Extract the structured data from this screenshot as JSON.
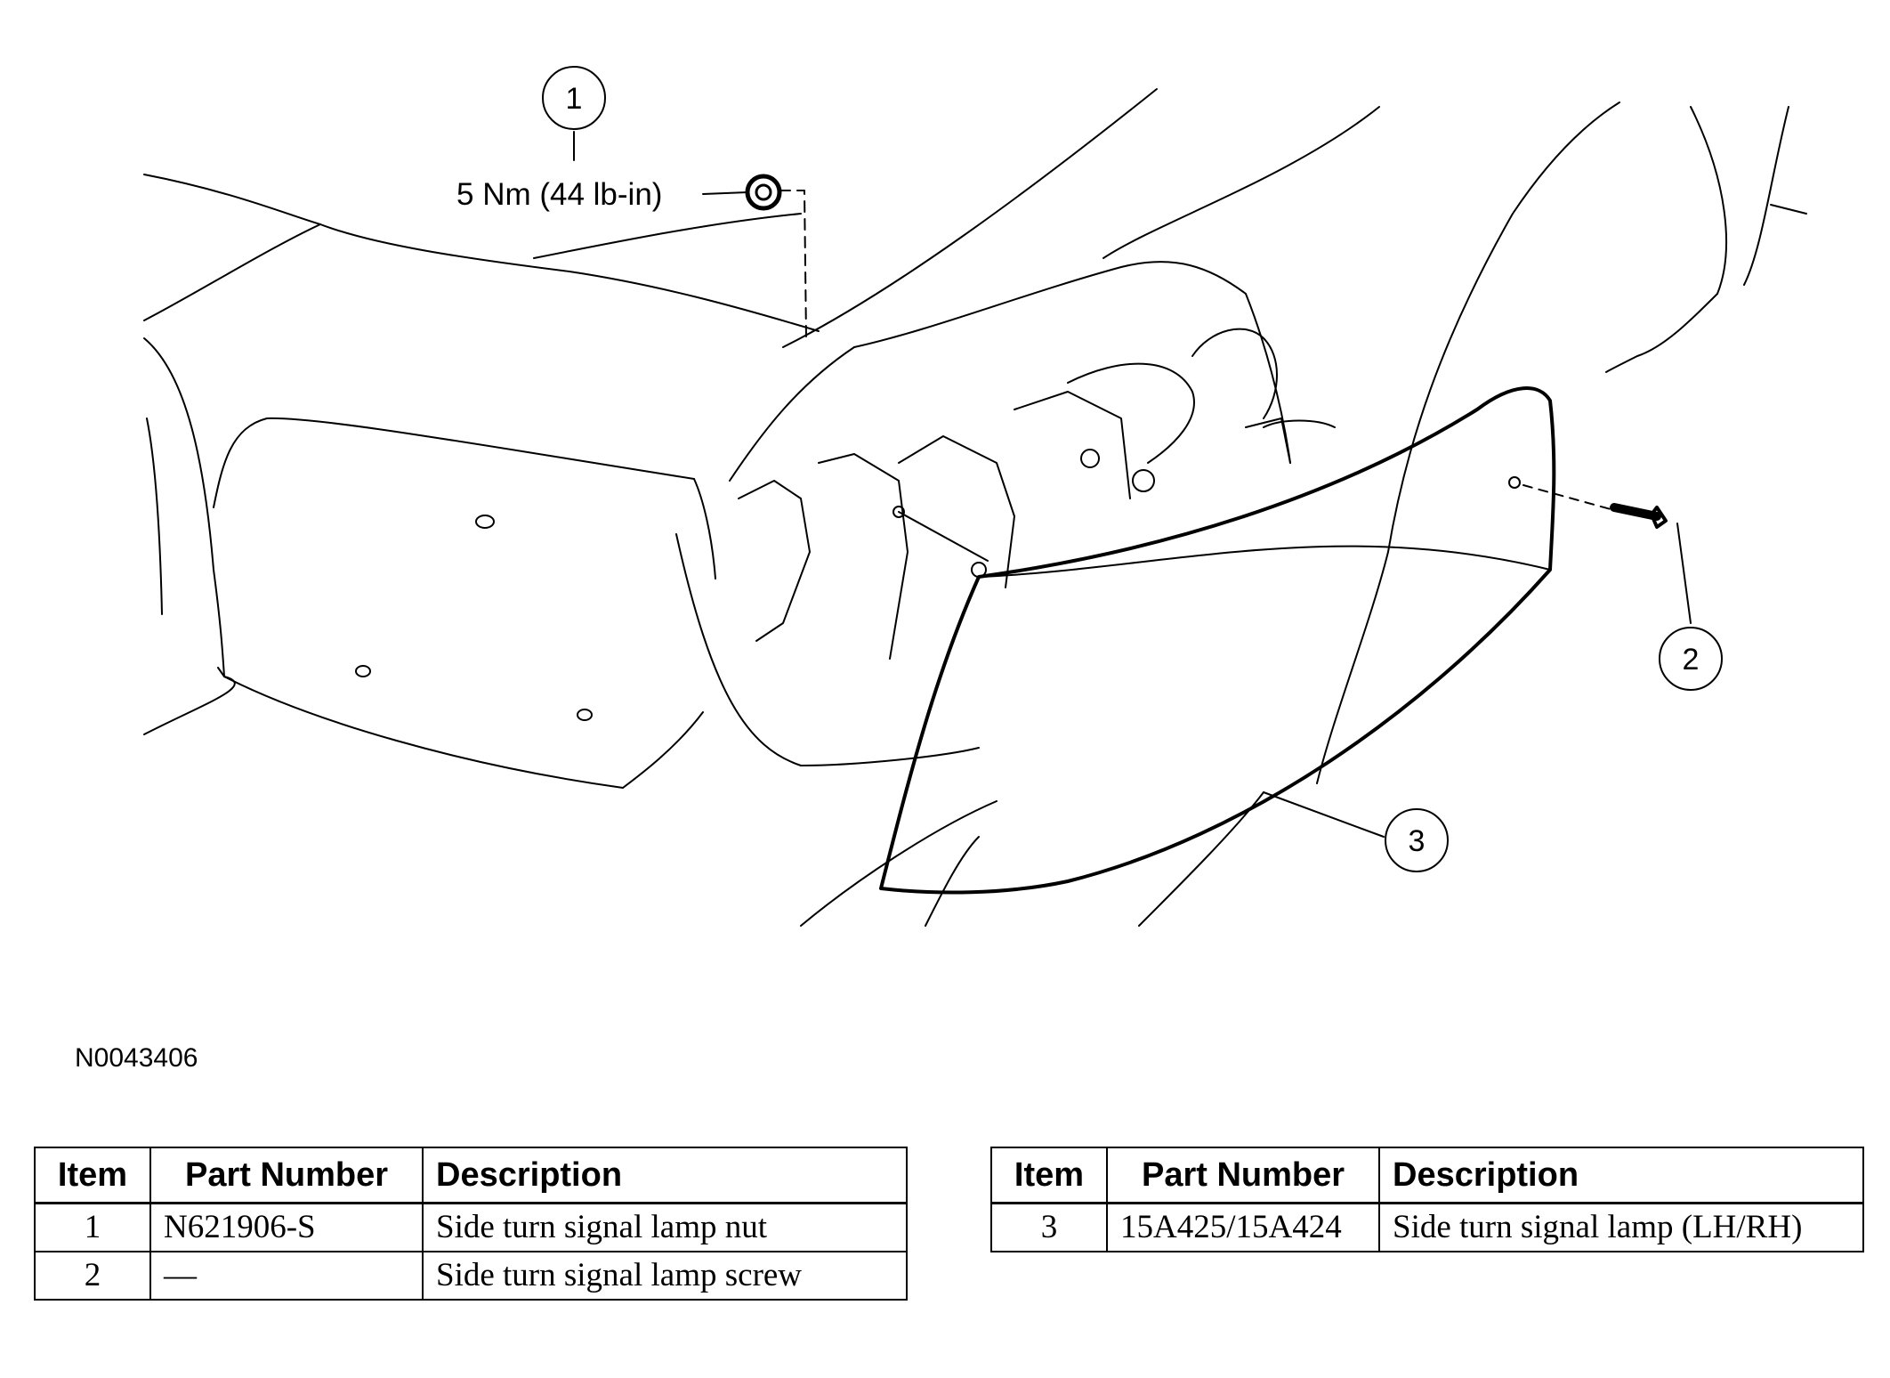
{
  "callouts": [
    "1",
    "2",
    "3"
  ],
  "torque_spec": "5 Nm (44 lb-in)",
  "figure_id": "N0043406",
  "tables": [
    {
      "headers": [
        "Item",
        "Part Number",
        "Description"
      ],
      "rows": [
        [
          "1",
          "N621906-S",
          "Side turn signal lamp nut"
        ],
        [
          "2",
          "—",
          "Side turn signal lamp screw"
        ]
      ]
    },
    {
      "headers": [
        "Item",
        "Part Number",
        "Description"
      ],
      "rows": [
        [
          "3",
          "15A425/15A424",
          "Side turn signal lamp (LH/RH)"
        ]
      ]
    }
  ]
}
